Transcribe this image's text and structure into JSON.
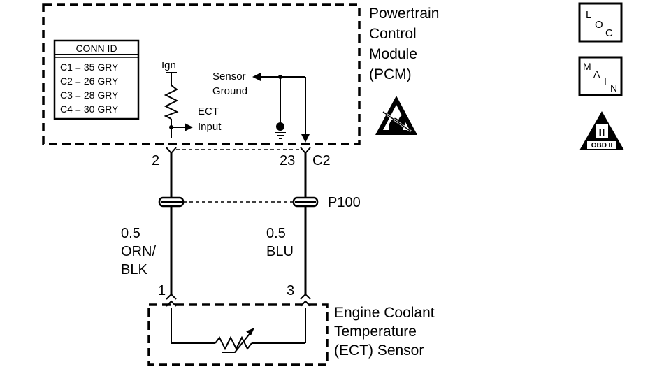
{
  "pcm": {
    "title_lines": [
      "Powertrain",
      "Control",
      "Module",
      "(PCM)"
    ],
    "conn_id": {
      "header": "CONN ID",
      "rows": [
        "C1 = 35 GRY",
        "C2 = 26 GRY",
        "C3 = 28 GRY",
        "C4 = 30 GRY"
      ]
    },
    "ign_label": "Ign",
    "ect_input_lines": [
      "ECT",
      "Input"
    ],
    "sensor_ground_lines": [
      "Sensor",
      "Ground"
    ]
  },
  "pins": {
    "left_pin": "2",
    "right_pin": "23",
    "connector": "C2",
    "sensor_left_pin": "1",
    "sensor_right_pin": "3"
  },
  "inline_connector": "P100",
  "wires": {
    "left": [
      "0.5",
      "ORN/",
      "BLK"
    ],
    "right": [
      "0.5",
      "BLU"
    ]
  },
  "sensor": {
    "title_lines": [
      "Engine Coolant",
      "Temperature",
      "(ECT) Sensor"
    ]
  },
  "badges": {
    "loc": [
      "L",
      "O",
      "C"
    ],
    "main": [
      "M",
      "A",
      "I",
      "N"
    ],
    "obd": {
      "numeral": "II",
      "label": "OBD II"
    }
  },
  "icons": [
    "esd-warning-icon",
    "ground-icon",
    "thermistor-icon",
    "loc-icon",
    "main-icon",
    "obd-ii-icon"
  ]
}
